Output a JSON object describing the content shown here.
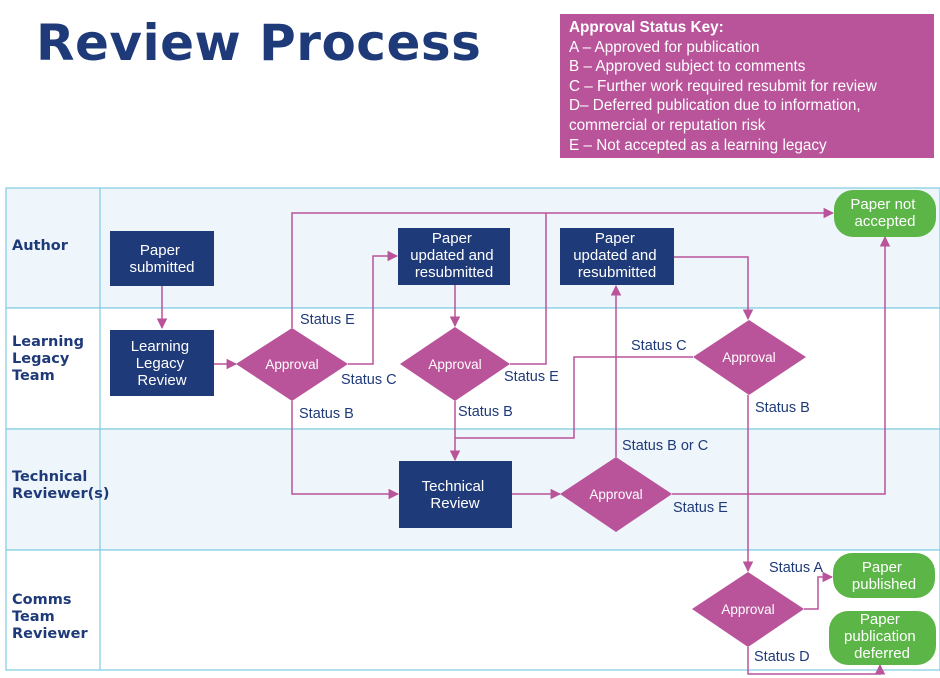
{
  "title": "Review Process",
  "key": {
    "title": "Approval Status Key:",
    "lines": [
      "A – Approved for publication",
      "B – Approved subject to comments",
      "C – Further work required resubmit for review",
      "D– Deferred publication due to information,",
      "commercial or reputation risk",
      "E – Not accepted as a learning legacy"
    ]
  },
  "lanes": {
    "author": [
      "Author"
    ],
    "learning_legacy": [
      "Learning",
      "Legacy",
      "Team"
    ],
    "technical": [
      "Technical",
      "Reviewer(s)"
    ],
    "comms": [
      "Comms",
      "Team",
      "Reviewer"
    ]
  },
  "nodes": {
    "paper_submitted": [
      "Paper",
      "submitted"
    ],
    "paper_updated_1": [
      "Paper",
      "updated and",
      "resubmitted"
    ],
    "paper_updated_2": [
      "Paper",
      "updated and",
      "resubmitted"
    ],
    "learning_legacy_review": [
      "Learning",
      "Legacy",
      "Review"
    ],
    "technical_review": [
      "Technical",
      "Review"
    ],
    "approval": "Approval",
    "paper_not_accepted": [
      "Paper not",
      "accepted"
    ],
    "paper_published": [
      "Paper",
      "published"
    ],
    "paper_publication_deferred": [
      "Paper",
      "publication",
      "deferred"
    ]
  },
  "statuses": {
    "e1": "Status E",
    "c1": "Status C",
    "b1": "Status B",
    "e2": "Status E",
    "b2": "Status B",
    "c2": "Status C",
    "b3": "Status B",
    "b_or_c": "Status B or C",
    "e3": "Status E",
    "a": "Status A",
    "d": "Status D"
  },
  "colors": {
    "navy": "#1f3a78",
    "magenta": "#b9539a",
    "green": "#5bb547",
    "lane_fill": "#eef6fc",
    "lane_border": "#7fcbe0"
  }
}
